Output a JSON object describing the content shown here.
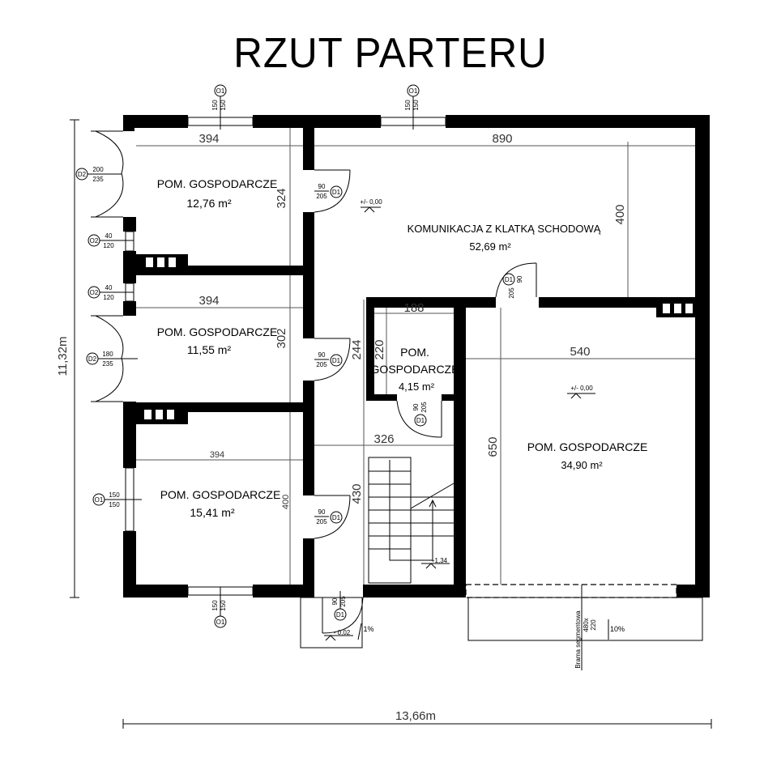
{
  "title": "RZUT PARTERU",
  "rooms": [
    {
      "name": "POM. GOSPODARCZE",
      "area": "12,76 m²"
    },
    {
      "name": "POM. GOSPODARCZE",
      "area": "11,55 m²"
    },
    {
      "name": "POM. GOSPODARCZE",
      "area": "15,41 m²"
    },
    {
      "name": "KOMUNIKACJA Z KLATKĄ SCHODOWĄ",
      "area": "52,69 m²"
    },
    {
      "name_line1": "POM.",
      "name_line2": "GOSPODARCZE",
      "area": "4,15 m²"
    },
    {
      "name": "POM. GOSPODARCZE",
      "area": "34,90 m²"
    }
  ],
  "dimensions": {
    "room1_width": "394",
    "room1_height": "324",
    "room2_width": "394",
    "room2_height": "302",
    "room3_width": "394",
    "room3_height": "400",
    "hall_width": "890",
    "hall_height": "400",
    "small_width": "188",
    "small_height": "220",
    "corridor_244": "244",
    "corridor_326": "326",
    "corridor_430": "430",
    "garage_width": "540",
    "garage_height": "650",
    "overall_width": "13,66m",
    "overall_height": "11,32m"
  },
  "levels": {
    "main": "+/- 0,00",
    "garage": "+/- 0,00",
    "stairs": "+1,34",
    "entry": "- 0,02"
  },
  "slopes": {
    "entry": "1%",
    "garage": "10%"
  },
  "tags": {
    "O1": "O1",
    "O2": "O2",
    "D1": "D1",
    "D2": "D2",
    "o1_size": [
      "150",
      "150"
    ],
    "o2_size": [
      "40",
      "120"
    ],
    "d1_size": [
      "90",
      "205"
    ],
    "d2a_size": [
      "200",
      "235"
    ],
    "d2b_size": [
      "180",
      "235"
    ]
  },
  "gate": {
    "label": "Brama segmentowa",
    "size1": "480x",
    "size2": "220"
  }
}
